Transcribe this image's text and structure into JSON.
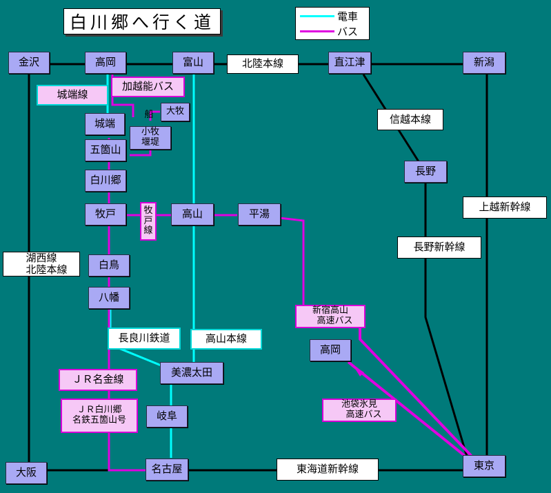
{
  "title": "白川郷へ行く道",
  "legend": {
    "train": "電車",
    "bus": "バス"
  },
  "colors": {
    "background": "#007a7a",
    "train": "#00ffff",
    "bus": "#e000e0",
    "line": "#000000"
  },
  "stations": {
    "kanazawa": "金沢",
    "takaoka": "高岡",
    "toyama": "富山",
    "naoetsu": "直江津",
    "niigata": "新潟",
    "johana": "城端",
    "gokayama": "五箇山",
    "omaki": "大牧",
    "komaki": "小牧\n堰堤",
    "shirakawago": "白川郷",
    "makido": "牧戸",
    "takayama": "高山",
    "hirayu": "平湯",
    "nagano": "長野",
    "shirotori": "白鳥",
    "hachiman": "八幡",
    "minoota": "美濃太田",
    "gifu": "岐阜",
    "nagoya": "名古屋",
    "osaka": "大阪",
    "tokyo": "東京",
    "takaoka2": "高岡"
  },
  "labels": {
    "hokuriku": "北陸本線",
    "shinetsu": "信越本線",
    "joetsu": "上越新幹線",
    "naganoshin": "長野新幹線",
    "kosei": "湖西線\n　北陸本線",
    "tokaido": "東海道新幹線",
    "funa": "船"
  },
  "buslabels": {
    "kaetsuno": "加越能バス",
    "makido_line": "牧\n戸\n線",
    "shinjuku": "新宿高山\n　高速バス",
    "ikebukuro": "池袋氷見\n　高速バス",
    "jrmeikin": "ＪＲ名金線",
    "jrshirakawa": "ＪＲ白川郷\n名鉄五箇山号"
  },
  "trainlabels": {
    "johana_line": "城端線",
    "nagaragawa": "長良川鉄道",
    "takayama_line": "高山本線"
  }
}
